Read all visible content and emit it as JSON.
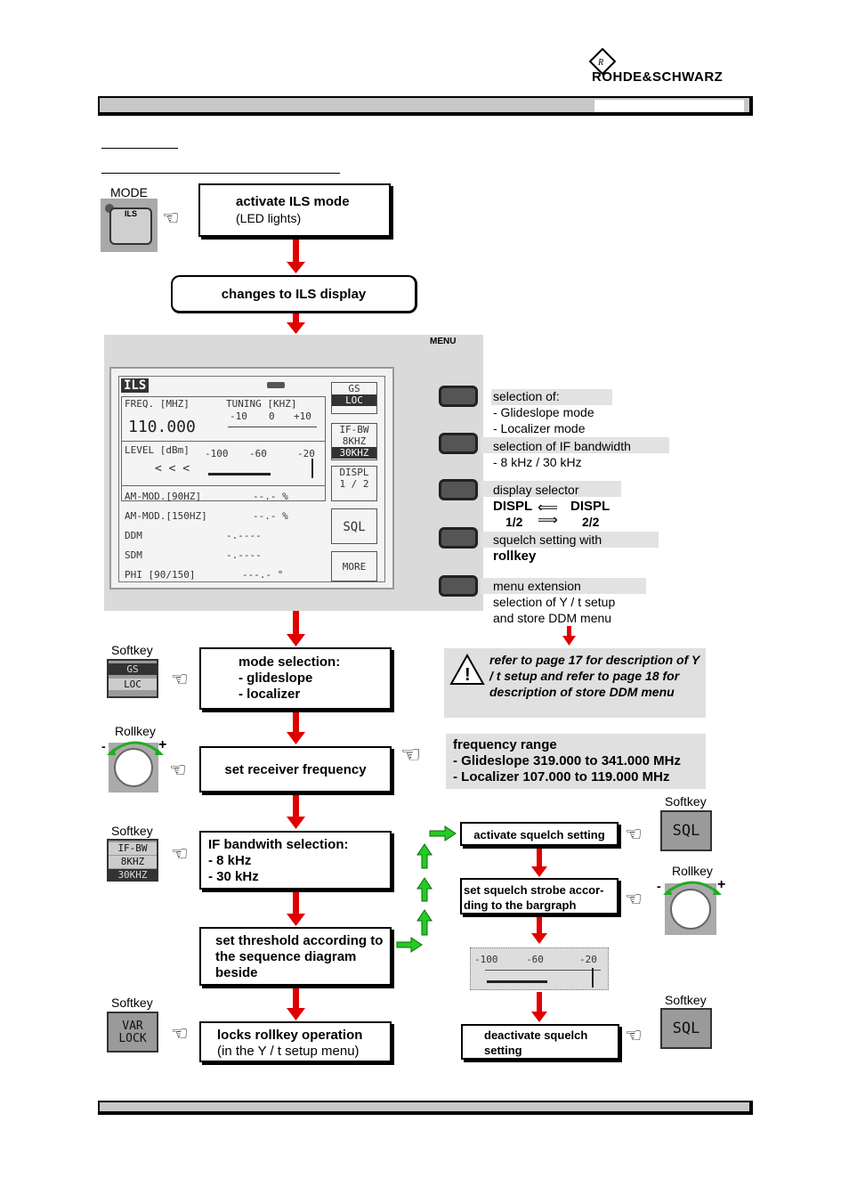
{
  "header": {
    "brand": "ROHDE&SCHWARZ"
  },
  "flow": {
    "mode_label": "MODE",
    "mode_button": "ILS",
    "activate_title": "activate ILS mode",
    "activate_sub": "(LED lights)",
    "changes": "changes to ILS display",
    "menu_label": "MENU",
    "lcd": {
      "title": "ILS",
      "freq_label": "FREQ. [MHZ]",
      "tuning_label": "TUNING [KHZ]",
      "tuning_ticks": [
        "-10",
        "0",
        "+10"
      ],
      "freq_value": "110.000",
      "level_label": "LEVEL [dBm]",
      "level_ticks": [
        "-100",
        "-60",
        "-20"
      ],
      "level_value": "< < <",
      "rows": [
        {
          "label": "AM-MOD.[90HZ]",
          "value": "--.- %"
        },
        {
          "label": "AM-MOD.[150HZ]",
          "value": "--.- %"
        },
        {
          "label": "DDM",
          "value": "-.----"
        },
        {
          "label": "SDM",
          "value": "-.----"
        },
        {
          "label": "PHI [90/150]",
          "value": "---.- °"
        }
      ],
      "softkeys": [
        "GS",
        "LOC",
        "IF-BW",
        "8KHZ",
        "30KHZ",
        "DISPL",
        "1 / 2",
        "SQL",
        "MORE"
      ]
    },
    "side": {
      "sel_of": "selection of:",
      "glideslope_mode": "-  Glideslope mode",
      "localizer_mode": "-  Localizer mode",
      "sel_if": "selection of IF bandwidth",
      "if_opts": "-  8 kHz / 30 kHz",
      "display_selector": "display selector",
      "displ1": "DISPL",
      "displ2": "DISPL",
      "displ1_num": "1/2",
      "displ2_num": "2/2",
      "squelch": "squelch setting with",
      "rollkey": "rollkey",
      "menu_ext": "menu extension",
      "menu_ext2": "selection of Y / t setup",
      "menu_ext3": "and store DDM menu"
    },
    "softkey_label": "Softkey",
    "rollkey_label": "Rollkey",
    "gsloc_keys": [
      "GS",
      "LOC"
    ],
    "mode_sel_title": "mode selection:",
    "mode_sel_1": "-  glideslope",
    "mode_sel_2": "-  localizer",
    "refer": "refer to page 17 for description of Y / t setup and refer to page 18 for description of store DDM menu",
    "set_freq": "set receiver frequency",
    "freq_range_title": "frequency range",
    "freq_range_1": "-  Glideslope 319.000 to 341.000 MHz",
    "freq_range_2": "-  Localizer   107.000 to 119.000 MHz",
    "if_keys": [
      "IF-BW",
      "8KHZ",
      "30KHZ"
    ],
    "if_sel_title": "IF bandwith selection:",
    "if_sel_1": "-  8 kHz",
    "if_sel_2": "- 30 kHz",
    "threshold": "set threshold according to the sequence diagram beside",
    "var_lock": [
      "VAR",
      "LOCK"
    ],
    "locks_1": "locks rollkey operation",
    "locks_2": "(in the Y / t setup menu)",
    "act_sq": "activate squelch setting",
    "set_sq": "set squelch strobe according  to the bargraph",
    "set_sq_1": "set squelch strobe accor-",
    "set_sq_2": "ding  to the bargraph",
    "deact_1": "deactivate squelch",
    "deact_2": "setting",
    "sql_key": "SQL",
    "bar_ticks": [
      "-100",
      "-60",
      "-20"
    ],
    "plus": "+",
    "minus": "-"
  },
  "colors": {
    "red_arrow": "#e00000",
    "green_arrow": "#22cc22",
    "panel_gray": "#c8c8c8"
  }
}
